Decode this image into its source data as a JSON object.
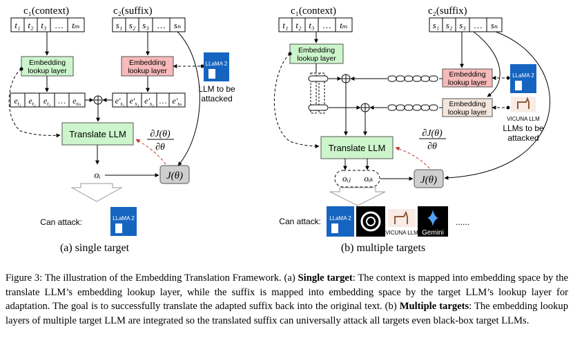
{
  "panel_a": {
    "context_label": "c₁(context)",
    "suffix_label": "c₂(suffix)",
    "context_tokens": [
      "t₁",
      "t₂",
      "t₃",
      "…",
      "tₘ"
    ],
    "suffix_tokens": [
      "s₁",
      "s₂",
      "s₃",
      "…",
      "sₙ"
    ],
    "embed_green": [
      "Embedding",
      "lookup layer"
    ],
    "embed_red": [
      "Embedding",
      "lookup layer"
    ],
    "context_embeds": [
      "e_t1",
      "e_t2",
      "e_t3",
      "…",
      "e_tm"
    ],
    "suffix_embeds": [
      "e'_s1",
      "e'_s2",
      "e'_s3",
      "…",
      "e'_sn"
    ],
    "translate": "Translate LLM",
    "output": "oᵢ",
    "loss": "J(θ)",
    "grad_num": "∂J(θ)",
    "grad_den": "∂θ",
    "llm_note": [
      "LLM to be",
      "attacked"
    ],
    "can_attack": "Can attack:",
    "subcaption": "(a) single target"
  },
  "panel_b": {
    "context_label": "c₁(context)",
    "suffix_label": "c₂(suffix)",
    "context_tokens": [
      "t₁",
      "t₂",
      "t₃",
      "…",
      "tₘ"
    ],
    "suffix_tokens": [
      "s₁",
      "s₂",
      "s₃",
      "…",
      "sₙ"
    ],
    "embed_green": [
      "Embedding",
      "lookup layer"
    ],
    "embed_red": [
      "Embedding",
      "lookup layer"
    ],
    "embed_tan": [
      "Embedding",
      "lookup layer"
    ],
    "translate": "Translate LLM",
    "outputs": [
      "oᵢⱼ",
      "oᵢₖ"
    ],
    "loss": "J(θ)",
    "grad_num": "∂J(θ)",
    "grad_den": "∂θ",
    "llm_note": [
      "LLMs to be",
      "attacked"
    ],
    "can_attack": "Can attack:",
    "more": "......",
    "subcaption": "(b) multiple targets"
  },
  "logos": {
    "llama": "LLaMA 2",
    "vicuna": "VICUNA LLM",
    "gemini": "Gemini"
  },
  "colors": {
    "green_fill": "#ccf5cc",
    "red_fill": "#f7b9b9",
    "tan_fill": "#f3e6dd",
    "loss_fill": "#cfcfcf",
    "grad_arrow": "#c0392b",
    "llama_blue": "#1565c0"
  },
  "caption": {
    "lead": "Figure 3: The illustration of the Embedding Translation Framework. (a)",
    "single_bold": "Single target",
    "single_text": ": The context is mapped into embedding space by the translate LLM’s embedding lookup layer, while the suffix is mapped into embedding space by the target LLM’s lookup layer for adaptation. The goal is to successfully translate the adapted suffix back into the original text. (b)",
    "multi_bold": "Multiple targets",
    "multi_text": ": The embedding lookup layers of multiple target LLM are integrated so the translated suffix can universally attack all targets even black-box target LLMs."
  }
}
